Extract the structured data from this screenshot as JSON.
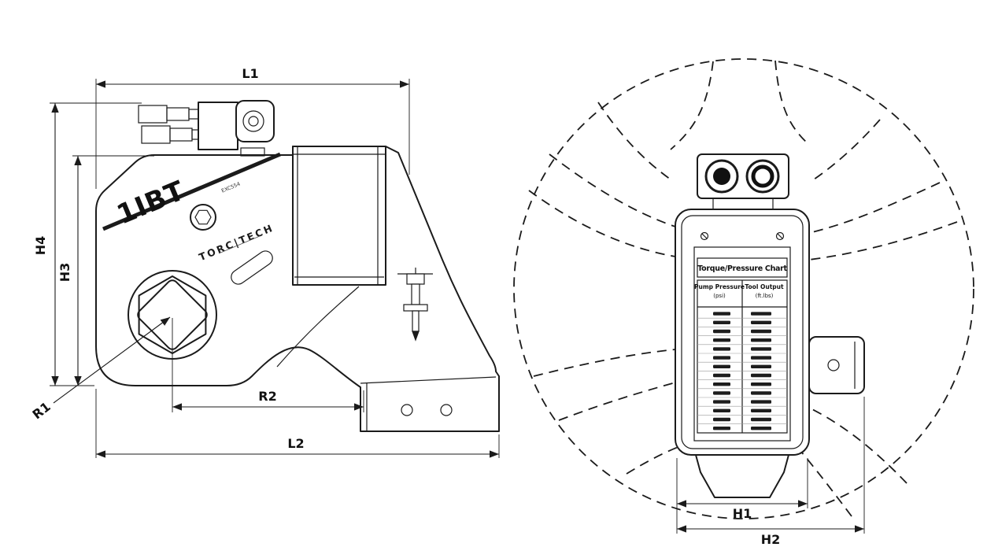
{
  "colors": {
    "ink": "#1b1b1b",
    "background": "#ffffff"
  },
  "drawing": {
    "side_view": {
      "dims": {
        "L1": "L1",
        "L2": "L2",
        "H3": "H3",
        "H4": "H4",
        "R1": "R1",
        "R2": "R2"
      },
      "markings": {
        "model": "1IBT",
        "brand": "TORC|TECH",
        "serial": "EXC554"
      }
    },
    "end_view": {
      "dims": {
        "H1": "H1",
        "H2": "H2"
      },
      "plate": {
        "title": "Torque/Pressure Chart",
        "columns": [
          {
            "header": "Pump Pressure",
            "unit": "(psi)"
          },
          {
            "header": "Tool Output",
            "unit": "(ft.lbs)"
          }
        ],
        "rows": 14
      }
    }
  }
}
